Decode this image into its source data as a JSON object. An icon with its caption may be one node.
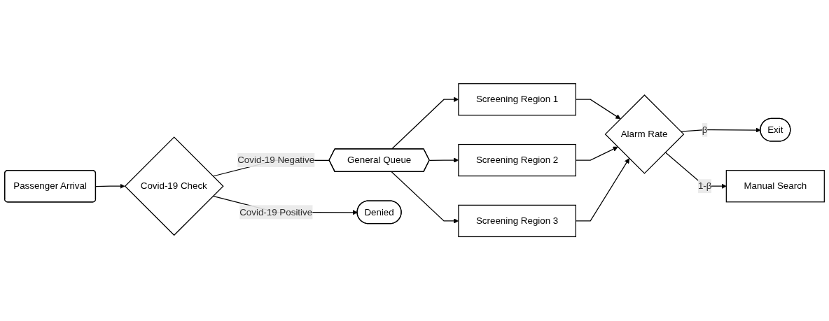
{
  "diagram": {
    "nodes": [
      {
        "text": [
          "Passenger Arrival"
        ]
      },
      {
        "text": [
          "Covid-19 Check"
        ]
      },
      {
        "text": [
          "General Queue"
        ]
      },
      {
        "text": [
          "Screening Region 1"
        ]
      },
      {
        "text": [
          "Screening Region 2"
        ]
      },
      {
        "text": [
          "Screening Region 3"
        ]
      },
      {
        "text": [
          "Alarm Rate"
        ]
      },
      {
        "text": [
          "Exit"
        ]
      },
      {
        "text": [
          "Denied"
        ]
      },
      {
        "text": [
          "Manual Search"
        ]
      }
    ],
    "edges": [
      {
        "from": 0,
        "to": 1,
        "arrow": "to"
      },
      {
        "from": 1,
        "to": 8,
        "arrow": "to",
        "label": "Covid-19 Positive"
      },
      {
        "from": 1,
        "to": 2,
        "arrow": "none",
        "label": "Covid-19 Negative"
      },
      {
        "from": 2,
        "to": 3,
        "arrow": "to"
      },
      {
        "from": 2,
        "to": 4,
        "arrow": "to"
      },
      {
        "from": 2,
        "to": 5,
        "arrow": "to"
      },
      {
        "from": 3,
        "to": 6,
        "arrow": "to"
      },
      {
        "from": 4,
        "to": 6,
        "arrow": "to"
      },
      {
        "from": 5,
        "to": 6,
        "arrow": "to"
      },
      {
        "from": 6,
        "to": 7,
        "arrow": "to",
        "label": "β"
      },
      {
        "from": 6,
        "to": 9,
        "arrow": "to",
        "label": "1-β"
      }
    ]
  }
}
